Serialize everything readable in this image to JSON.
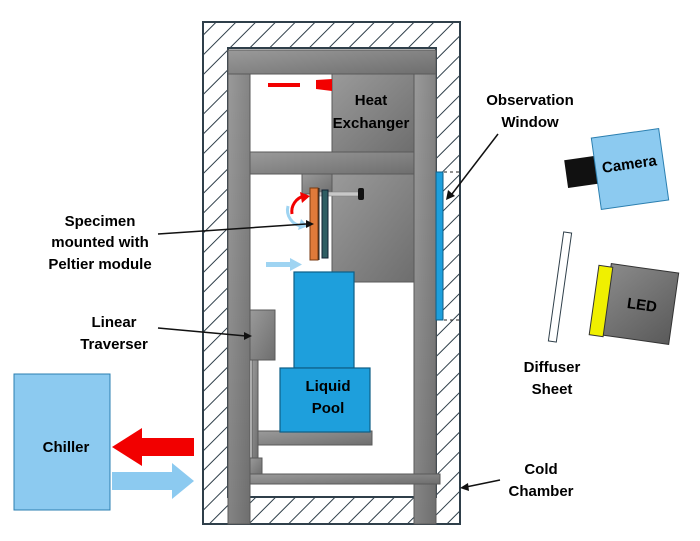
{
  "labels": {
    "heat_exchanger_1": "Heat",
    "heat_exchanger_2": "Exchanger",
    "observation_window_1": "Observation",
    "observation_window_2": "Window",
    "camera": "Camera",
    "led": "LED",
    "diffuser_sheet_1": "Diffuser",
    "diffuser_sheet_2": "Sheet",
    "specimen_1": "Specimen",
    "specimen_2": "mounted with",
    "specimen_3": "Peltier module",
    "linear_traverser_1": "Linear",
    "linear_traverser_2": "Traverser",
    "liquid_pool_1": "Liquid",
    "liquid_pool_2": "Pool",
    "chiller": "Chiller",
    "cold_chamber_1": "Cold",
    "cold_chamber_2": "Chamber"
  },
  "colors": {
    "frame_gray": "#8c8c8c",
    "frame_stroke": "#5a5a5a",
    "chamber_stroke": "#2f3f4a",
    "hatch": "#2f3f4a",
    "light_blue": "#9fd4f2",
    "blue": "#1e9fdc",
    "red": "#f20000",
    "specimen_orange": "#e07a3a",
    "specimen_teal": "#2e5d63",
    "led_yellow": "#f0f000",
    "camera_blue": "#8ccaf0",
    "dark": "#111111"
  }
}
